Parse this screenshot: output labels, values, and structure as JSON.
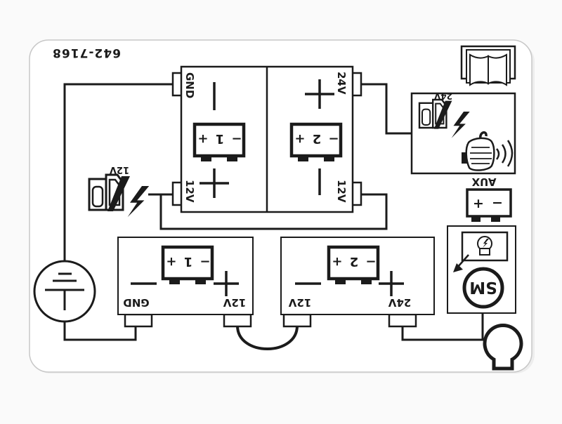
{
  "part_number": "642-7168",
  "colors": {
    "ink": "#1b1b1b",
    "label_bg": "#ffffff",
    "page_bg": "#fafafa",
    "label_border": "#c7c7c7"
  },
  "equalizer": {
    "terminals": {
      "gnd": "GND",
      "left_12v": "12V",
      "right_24v": "24V",
      "right_12v": "12V"
    },
    "battery1_label": "− 1 +",
    "battery2_label": "− 2 +"
  },
  "fuses": {
    "left_label": "12V",
    "right_label": "24V"
  },
  "aux": {
    "title": "AUX",
    "plus": "+",
    "minus": "−"
  },
  "starter": {
    "label": "SM"
  },
  "battery_box1": {
    "battery_label": "− 1 +",
    "left_terminal": "GND",
    "right_terminal": "12V"
  },
  "battery_box2": {
    "battery_label": "− 2 +",
    "left_terminal": "12V",
    "right_terminal": "24V"
  },
  "icons": {
    "book-icon": "open-book-manual",
    "horn-icon": "horn-with-sound-waves",
    "lightning-icon": "⚡",
    "fuse-icon": "blade-fuse",
    "ground-icon": "chassis-ground",
    "bulb-icon": "light-bulb",
    "flash-bulb-icon": "bulb-with-lightning",
    "arrow-icon": "↙"
  }
}
